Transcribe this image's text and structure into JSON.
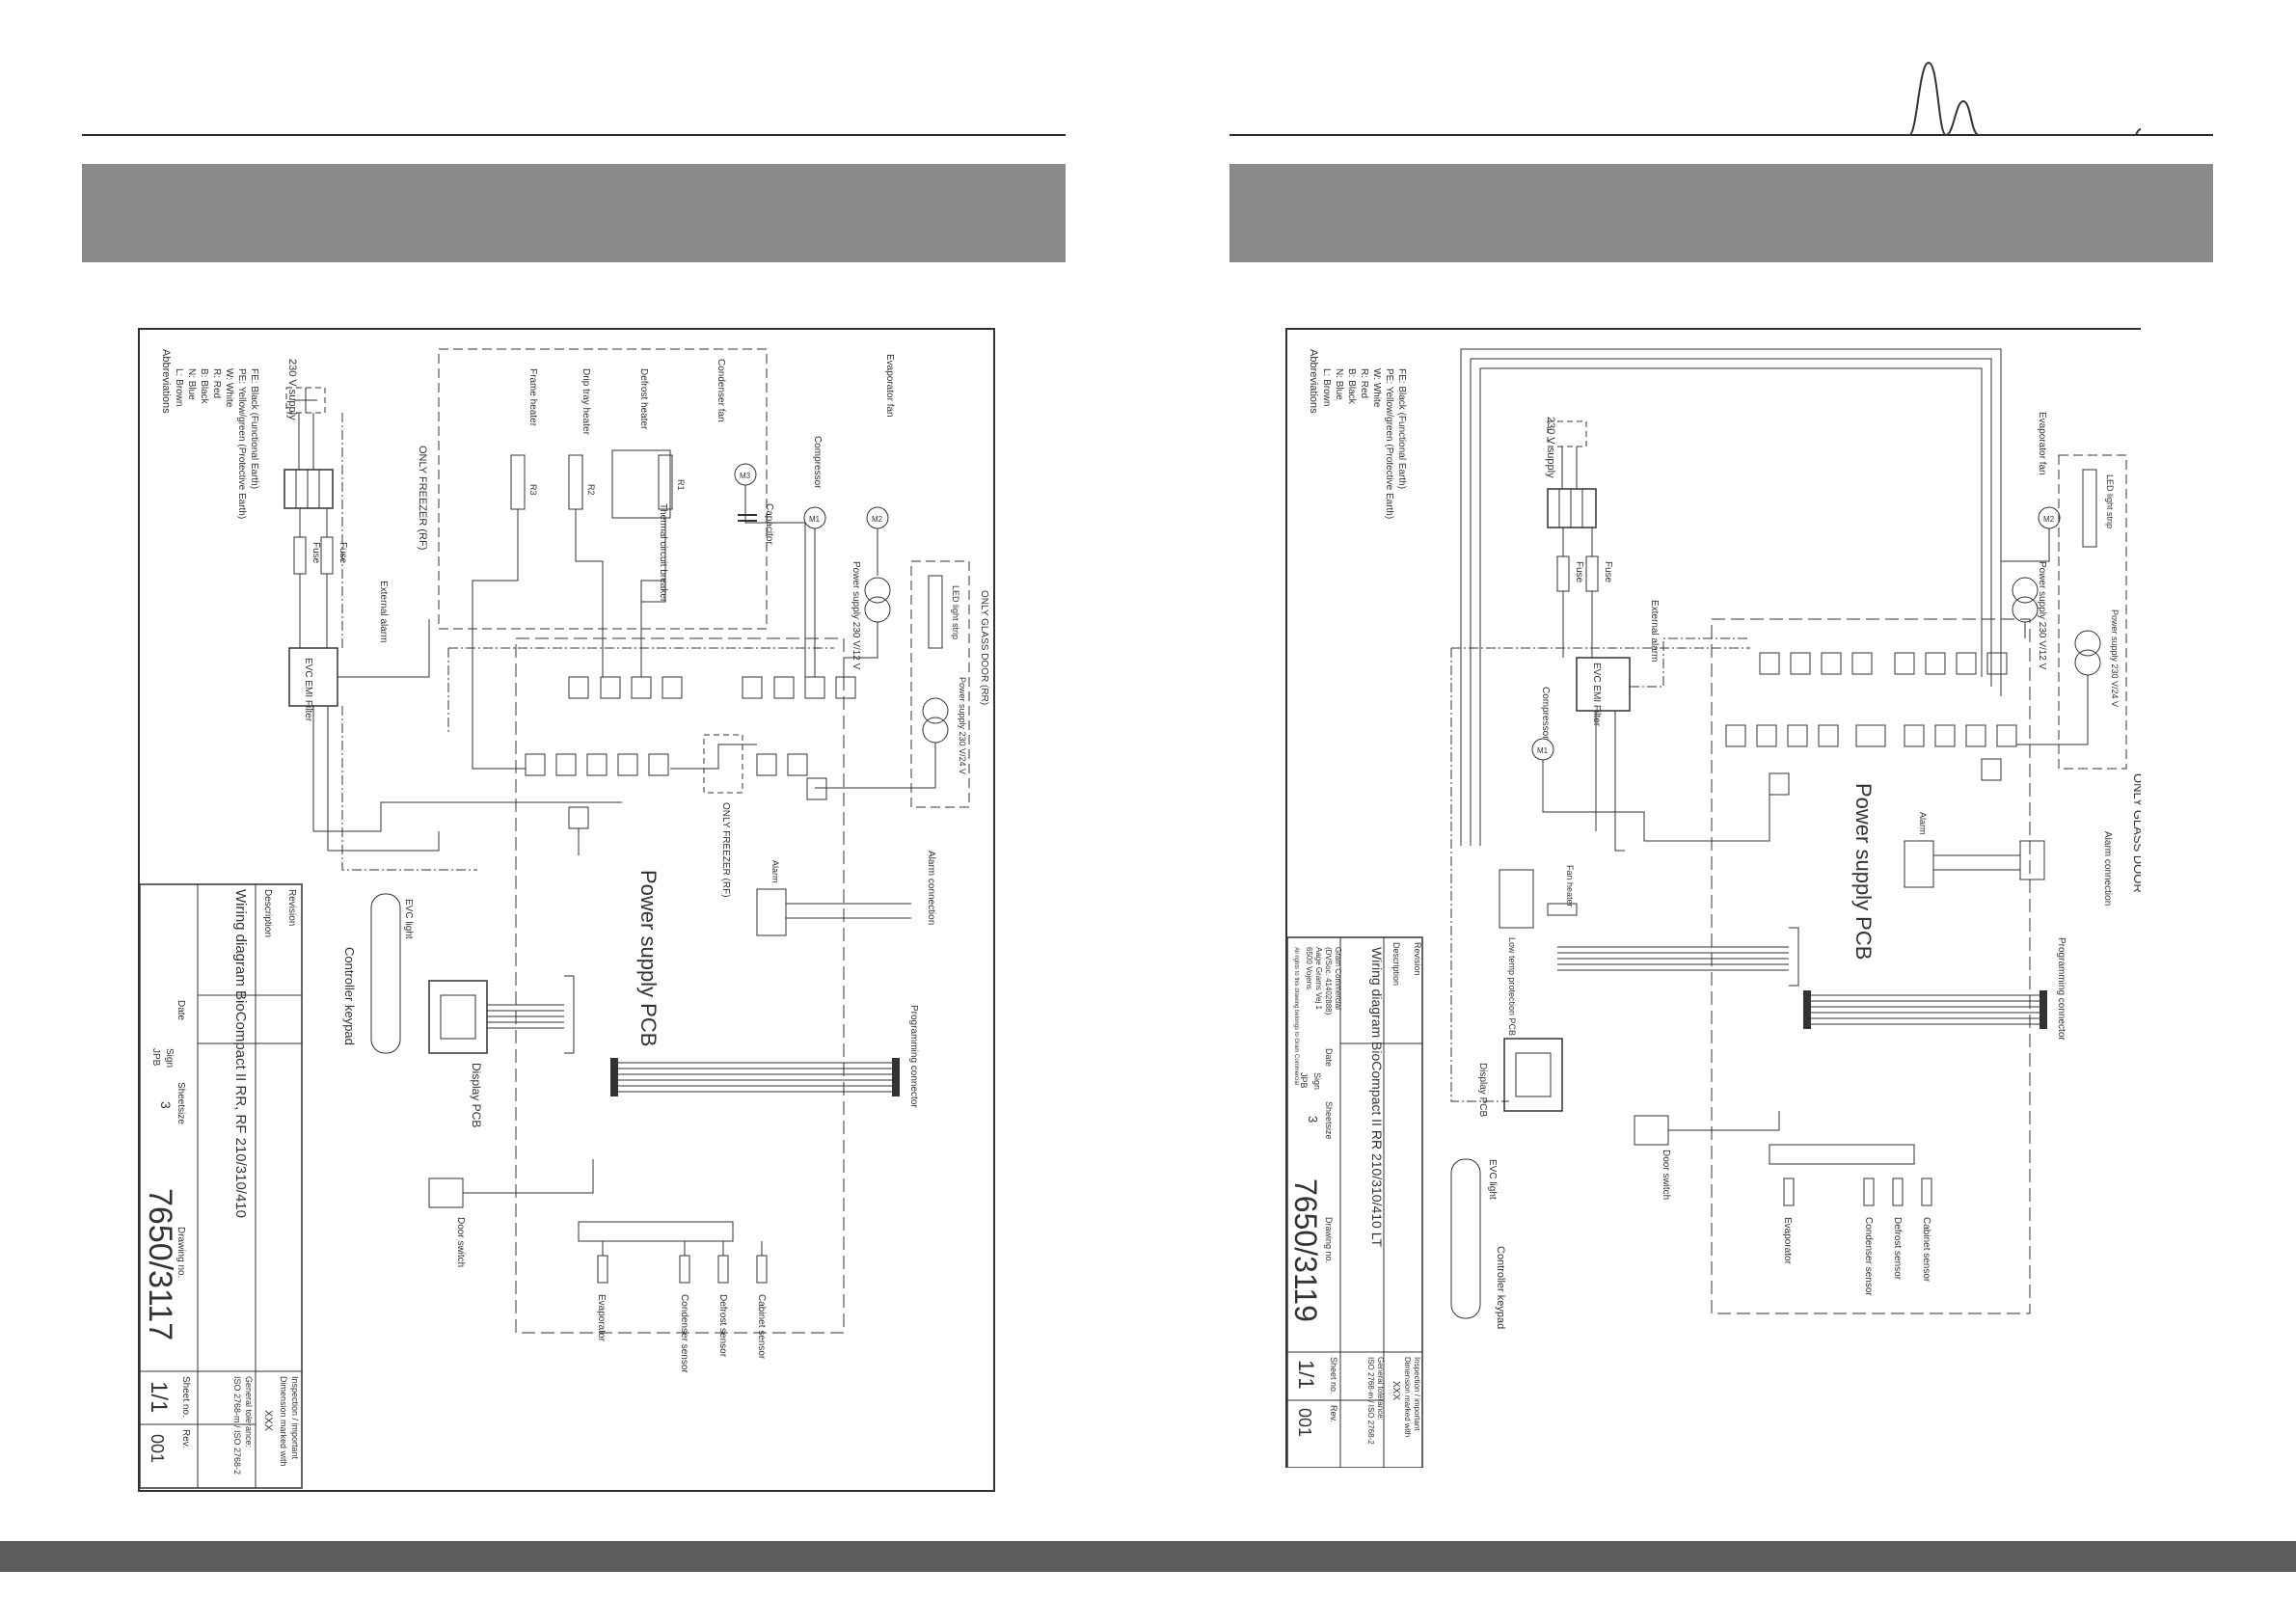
{
  "left_sheet": {
    "legend": {
      "heading": "Abbreviations",
      "items": [
        "L: Brown",
        "N: Blue",
        "B: Black",
        "R: Red",
        "W: White",
        "PE: Yellow/green (Protective Earth)",
        "FE: Black (Functional Earth)"
      ]
    },
    "supply": "230 V supply",
    "fuse": "Fuse",
    "evc_emi": "EVC EMI Filter",
    "external_alarm": "External alarm",
    "only_freezer_top": "ONLY FREEZER (RF)",
    "frame_heater": "Frame heater",
    "drip_tray_heater": "Drip tray heater",
    "defrost_heater": "Defrost heater",
    "condenser_fan": "Condenser fan",
    "compressor": "Compressor",
    "capacitor": "Capacitor",
    "evaporator_fan": "Evaporator fan",
    "thermal_circuit_breaker": "Thermal circuit breaker",
    "power_supply_label": "Power supply 230 V/12 V",
    "only_glass_door": "ONLY GLASS DOOR (RR)",
    "led_light_strip": "LED light strip",
    "power_supply_2": "Power supply 230 V/24 V",
    "r1": "R1",
    "r2": "R2",
    "r3": "R3",
    "m1": "M1",
    "m2": "M2",
    "m3": "M3",
    "only_freezer_mid": "ONLY FREEZER (RF)",
    "power_supply_pcb": "Power supply PCB",
    "alarm": "Alarm",
    "alarm_connection": "Alarm connection",
    "display_pcb": "Display PCB",
    "evc_light": "EVC light",
    "controller_keypad": "Controller keypad",
    "programming_connector": "Programming connector",
    "door_switch": "Door switch",
    "evaporator": "Evaporator",
    "condenser_sensor": "Condenser sensor",
    "defrost_sensor": "Defrost sensor",
    "cabinet_sensor": "Cabinet sensor",
    "title_block": {
      "revision": "Revision",
      "description": "Description",
      "title": "Wiring diagram BioCompact II RR, RF 210/310/410",
      "date": "Date",
      "sign": "Sign",
      "sign_value": "JPB",
      "sheet_size": "Sheetsize",
      "sheet_size_value": "3",
      "drawing_no": "Drawing no.",
      "drawing_no_value": "7650/3117",
      "sheet_no": "Sheet no.",
      "sheet_value": "1/1",
      "rev": "Rev.",
      "rev_value": "001",
      "inspection": "Inspection / important",
      "dimension": "Dimension marked with",
      "xxx": "XXX",
      "tolerance": "General tolerance:",
      "iso": "ISO 2768-m / ISO 2768-2"
    }
  },
  "right_sheet": {
    "legend": {
      "heading": "Abbreviations",
      "items": [
        "L: Brown",
        "N: Blue",
        "B: Black",
        "R: Red",
        "W: White",
        "PE: Yellow/green (Protective Earth)",
        "FE: Black (Functional Earth)"
      ]
    },
    "supply": "230 V supply",
    "fuse": "Fuse",
    "evc_emi": "EVC EMI Filter",
    "external_alarm": "External alarm",
    "compressor": "Compressor",
    "evaporator_fan": "Evaporator fan",
    "power_supply_label": "Power supply 230 V/12 V",
    "m1": "M1",
    "m2": "M2",
    "led_light_strip": "LED light strip",
    "power_supply_2": "Power supply 230 V/24 V",
    "only_glass_door": "ONLY GLASS DOOR",
    "power_supply_pcb": "Power supply PCB",
    "alarm": "Alarm",
    "alarm_connection": "Alarm connection",
    "programming_connector": "Programming connector",
    "low_temp_protection": "Low temp protection PCB",
    "fan_heater": "Fan heater",
    "display_pcb": "Display PCB",
    "evc_light": "EVC light",
    "controller_keypad": "Controller keypad",
    "door_switch": "Door switch",
    "evaporator": "Evaporator",
    "condenser_sensor": "Condenser sensor",
    "defrost_sensor": "Defrost sensor",
    "cabinet_sensor": "Cabinet sensor",
    "title_block": {
      "revision": "Revision",
      "description": "Description",
      "title": "Wiring diagram BioCompact II RR 210/310/410 LT",
      "company_1": "Gram Commercial",
      "company_2": "(DVSoc. 41402888)",
      "company_3": "Aage Grams Vej 1",
      "company_4": "6500 Vojens",
      "date": "Date",
      "sign": "Sign",
      "sign_value": "JPB",
      "sheet_size": "Sheetsize",
      "sheet_size_value": "3",
      "drawing_no": "Drawing no.",
      "drawing_no_value": "7650/3119",
      "sheet_no": "Sheet no.",
      "sheet_value": "1/1",
      "rev": "Rev.",
      "rev_value": "001",
      "inspection": "Inspection / important",
      "dimension": "Dimension marked with",
      "xxx": "XXX",
      "tolerance": "General tolerance:",
      "iso": "ISO 2768-m / ISO 2768-2",
      "copyright": "All rights to this drawing belongs to Gram Commercial"
    }
  }
}
